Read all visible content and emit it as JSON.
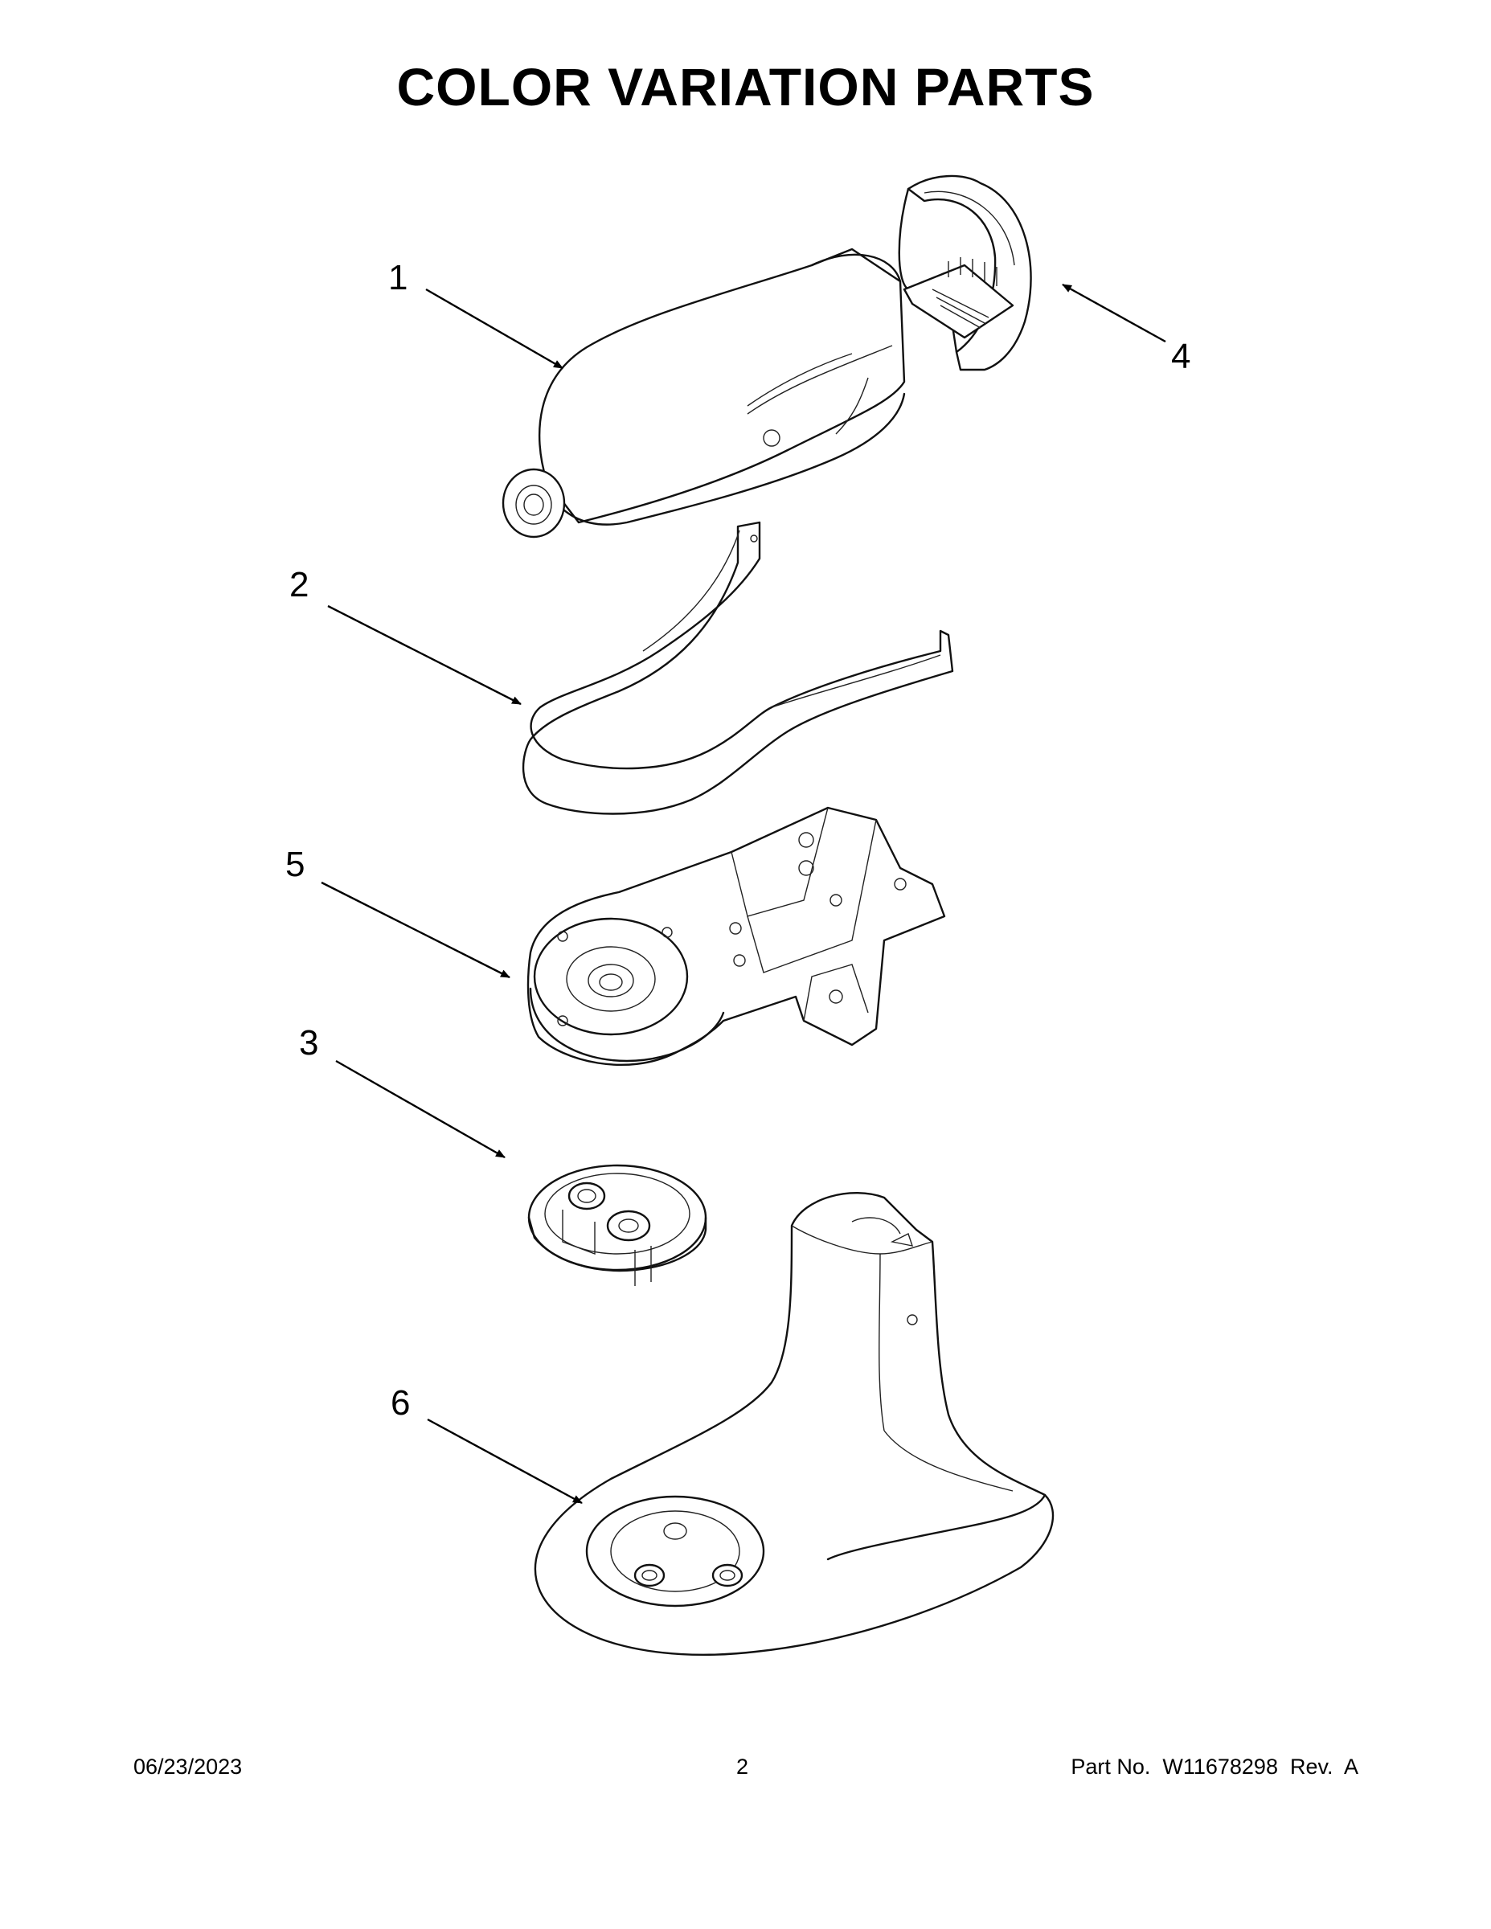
{
  "title": "COLOR VARIATION PARTS",
  "callouts": [
    "1",
    "2",
    "3",
    "4",
    "5",
    "6"
  ],
  "footer": {
    "date": "06/23/2023",
    "page": "2",
    "part": "Part No.  W11678298  Rev.  A"
  },
  "icons": [
    "head-housing",
    "belt-trim-band",
    "gear-housing",
    "rear-cover",
    "planetary-cover",
    "pedestal-base"
  ]
}
